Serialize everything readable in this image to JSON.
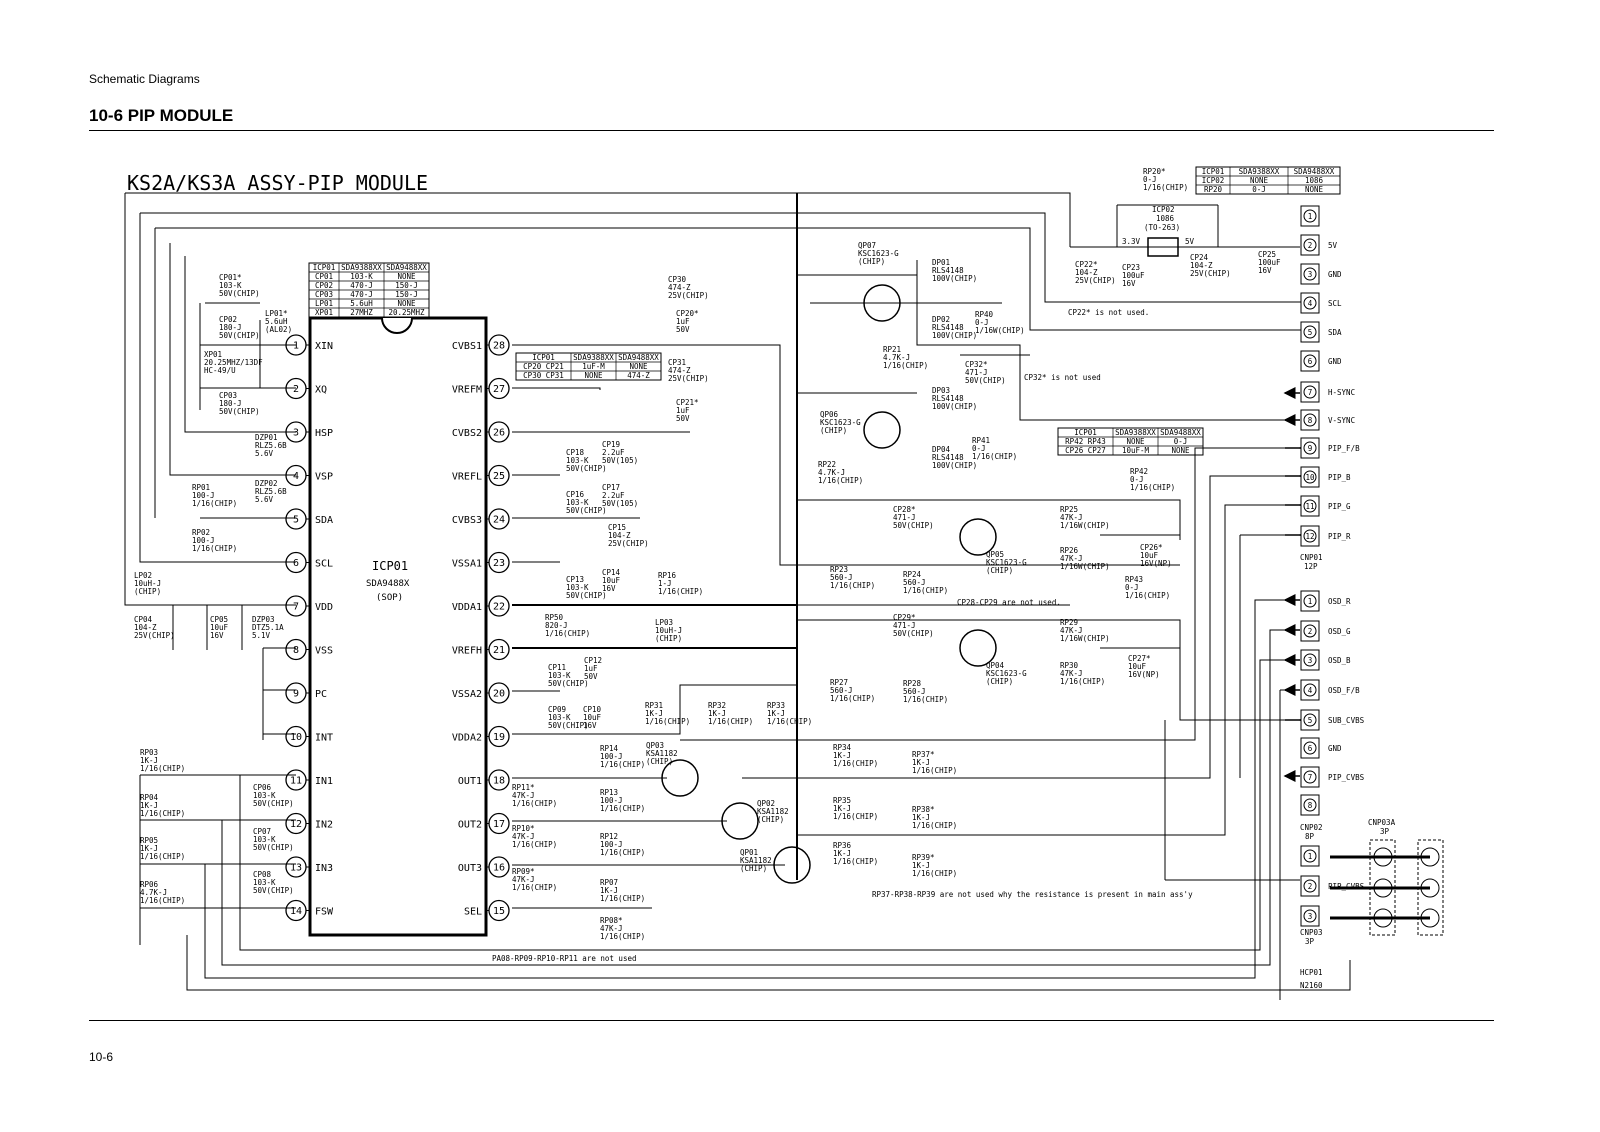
{
  "page": {
    "header": "Schematic Diagrams",
    "section_title": "10-6 PIP MODULE",
    "page_number": "10-6"
  },
  "diagram": {
    "title": "KS2A/KS3A ASSY-PIP MODULE",
    "ic": {
      "ref": "ICP01",
      "part": "SDA9488X",
      "package": "(SOP)",
      "left_pins": [
        {
          "num": "1",
          "name": "XIN"
        },
        {
          "num": "2",
          "name": "XQ"
        },
        {
          "num": "3",
          "name": "HSP"
        },
        {
          "num": "4",
          "name": "VSP"
        },
        {
          "num": "5",
          "name": "SDA"
        },
        {
          "num": "6",
          "name": "SCL"
        },
        {
          "num": "7",
          "name": "VDD"
        },
        {
          "num": "8",
          "name": "VSS"
        },
        {
          "num": "9",
          "name": "PC"
        },
        {
          "num": "10",
          "name": "INT"
        },
        {
          "num": "11",
          "name": "IN1"
        },
        {
          "num": "12",
          "name": "IN2"
        },
        {
          "num": "13",
          "name": "IN3"
        },
        {
          "num": "14",
          "name": "FSW"
        }
      ],
      "right_pins": [
        {
          "num": "28",
          "name": "CVBS1"
        },
        {
          "num": "27",
          "name": "VREFM"
        },
        {
          "num": "26",
          "name": "CVBS2"
        },
        {
          "num": "25",
          "name": "VREFL"
        },
        {
          "num": "24",
          "name": "CVBS3"
        },
        {
          "num": "23",
          "name": "VSSA1"
        },
        {
          "num": "22",
          "name": "VDDA1"
        },
        {
          "num": "21",
          "name": "VREFH"
        },
        {
          "num": "20",
          "name": "VSSA2"
        },
        {
          "num": "19",
          "name": "VDDA2"
        },
        {
          "num": "18",
          "name": "OUT1"
        },
        {
          "num": "17",
          "name": "OUT2"
        },
        {
          "num": "16",
          "name": "OUT3"
        },
        {
          "num": "15",
          "name": "SEL"
        }
      ]
    },
    "connector_cnp01": {
      "ref": "CNP01",
      "size": "12P",
      "pins": [
        {
          "num": "1",
          "name": ""
        },
        {
          "num": "2",
          "name": "5V"
        },
        {
          "num": "3",
          "name": "GND"
        },
        {
          "num": "4",
          "name": "SCL"
        },
        {
          "num": "5",
          "name": "SDA"
        },
        {
          "num": "6",
          "name": "GND"
        },
        {
          "num": "7",
          "name": "H-SYNC"
        },
        {
          "num": "8",
          "name": "V-SYNC"
        },
        {
          "num": "9",
          "name": "PIP_F/B"
        },
        {
          "num": "10",
          "name": "PIP_B"
        },
        {
          "num": "11",
          "name": "PIP_G"
        },
        {
          "num": "12",
          "name": "PIP_R"
        }
      ]
    },
    "connector_cnp02": {
      "ref": "CNP02",
      "size": "8P",
      "pins": [
        {
          "num": "1",
          "name": "OSD_R"
        },
        {
          "num": "2",
          "name": "OSD_G"
        },
        {
          "num": "3",
          "name": "OSD_B"
        },
        {
          "num": "4",
          "name": "OSD_F/B"
        },
        {
          "num": "5",
          "name": "SUB_CVBS"
        },
        {
          "num": "6",
          "name": "GND"
        },
        {
          "num": "7",
          "name": "PIP_CVBS"
        },
        {
          "num": "8",
          "name": ""
        }
      ]
    },
    "connector_cnp03": {
      "ref": "CNP03",
      "size": "3P",
      "top_ref": "CNP03A",
      "top_size": "3P",
      "pins": [
        {
          "num": "1",
          "name": ""
        },
        {
          "num": "2",
          "name": "PIP_CVBS"
        },
        {
          "num": "3",
          "name": ""
        }
      ]
    },
    "hcp01": {
      "ref": "HCP01",
      "part": "N2160"
    },
    "icp02": {
      "ref": "ICP02",
      "part": "1086",
      "pkg": "(TO-263)",
      "in": "3.3V",
      "out": "5V"
    },
    "tables": {
      "t1": [
        [
          "ICP01",
          "SDA9388XX",
          "SDA9488XX"
        ],
        [
          "CP01",
          "103-K",
          "NONE"
        ],
        [
          "CP02",
          "470-J",
          "150-J"
        ],
        [
          "CP03",
          "470-J",
          "150-J"
        ],
        [
          "LP01",
          "5.6uH",
          "NONE"
        ],
        [
          "XP01",
          "27MHZ",
          "20.25MHZ"
        ]
      ],
      "t2": [
        [
          "ICP01",
          "SDA9388XX",
          "SDA9488XX"
        ],
        [
          "CP20 CP21",
          "1uF-M",
          "NONE"
        ],
        [
          "CP30 CP31",
          "NONE",
          "474-Z"
        ]
      ],
      "t3": [
        [
          "ICP01",
          "SDA9388XX",
          "SDA9488XX"
        ],
        [
          "ICP02",
          "NONE",
          "1086"
        ],
        [
          "RP20",
          "0-J",
          "NONE"
        ]
      ],
      "t4": [
        [
          "ICP01",
          "SDA9388XX",
          "SDA9488XX"
        ],
        [
          "RP42 RP43",
          "NONE",
          "0-J"
        ],
        [
          "CP26 CP27",
          "10uF-M",
          "NONE"
        ]
      ]
    },
    "notes": {
      "cp22": "CP22* is not used.",
      "cp32": "CP32* is not used",
      "cp28": "CP28-CP29 are not used.",
      "rp37": "RP37-RP38-RP39 are not used why the resistance is present in main ass'y",
      "rp08": "PA08-RP09-RP10-RP11 are not used"
    },
    "labels": [
      {
        "id": "cp01",
        "lines": [
          "CP01*",
          "103-K",
          "50V(CHIP)"
        ]
      },
      {
        "id": "cp02",
        "lines": [
          "CP02",
          "180-J",
          "50V(CHIP)"
        ]
      },
      {
        "id": "lp01",
        "lines": [
          "LP01*",
          "5.6uH",
          "(AL02)"
        ]
      },
      {
        "id": "xp01",
        "lines": [
          "XP01",
          "20.25MHZ/13DF",
          "HC-49/U"
        ]
      },
      {
        "id": "cp03",
        "lines": [
          "CP03",
          "180-J",
          "50V(CHIP)"
        ]
      },
      {
        "id": "dzp01",
        "lines": [
          "DZP01",
          "RLZ5.6B",
          "5.6V"
        ]
      },
      {
        "id": "dzp02",
        "lines": [
          "DZP02",
          "RLZ5.6B",
          "5.6V"
        ]
      },
      {
        "id": "rp01",
        "lines": [
          "RP01",
          "100-J",
          "1/16(CHIP)"
        ]
      },
      {
        "id": "rp02",
        "lines": [
          "RP02",
          "100-J",
          "1/16(CHIP)"
        ]
      },
      {
        "id": "lp02",
        "lines": [
          "LP02",
          "10uH-J",
          "(CHIP)"
        ]
      },
      {
        "id": "cp04",
        "lines": [
          "CP04",
          "104-Z",
          "25V(CHIP)"
        ]
      },
      {
        "id": "cp05",
        "lines": [
          "CP05",
          "10uF",
          "16V"
        ]
      },
      {
        "id": "dzp03",
        "lines": [
          "DZP03",
          "DTZ5.1A",
          "5.1V"
        ]
      },
      {
        "id": "rp03",
        "lines": [
          "RP03",
          "1K-J",
          "1/16(CHIP)"
        ]
      },
      {
        "id": "rp04",
        "lines": [
          "RP04",
          "1K-J",
          "1/16(CHIP)"
        ]
      },
      {
        "id": "rp05",
        "lines": [
          "RP05",
          "1K-J",
          "1/16(CHIP)"
        ]
      },
      {
        "id": "rp06",
        "lines": [
          "RP06",
          "4.7K-J",
          "1/16(CHIP)"
        ]
      },
      {
        "id": "cp06",
        "lines": [
          "CP06",
          "103-K",
          "50V(CHIP)"
        ]
      },
      {
        "id": "cp07",
        "lines": [
          "CP07",
          "103-K",
          "50V(CHIP)"
        ]
      },
      {
        "id": "cp08",
        "lines": [
          "CP08",
          "103-K",
          "50V(CHIP)"
        ]
      },
      {
        "id": "cp30",
        "lines": [
          "CP30",
          "474-Z",
          "25V(CHIP)"
        ]
      },
      {
        "id": "cp20",
        "lines": [
          "CP20*",
          "1uF",
          "50V"
        ]
      },
      {
        "id": "cp31",
        "lines": [
          "CP31",
          "474-Z",
          "25V(CHIP)"
        ]
      },
      {
        "id": "cp21",
        "lines": [
          "CP21*",
          "1uF",
          "50V"
        ]
      },
      {
        "id": "cp18",
        "lines": [
          "CP18",
          "103-K",
          "50V(CHIP)"
        ]
      },
      {
        "id": "cp19",
        "lines": [
          "CP19",
          "2.2uF",
          "50V(105)"
        ]
      },
      {
        "id": "cp16",
        "lines": [
          "CP16",
          "103-K",
          "50V(CHIP)"
        ]
      },
      {
        "id": "cp17",
        "lines": [
          "CP17",
          "2.2uF",
          "50V(105)"
        ]
      },
      {
        "id": "cp15",
        "lines": [
          "CP15",
          "104-Z",
          "25V(CHIP)"
        ]
      },
      {
        "id": "cp13",
        "lines": [
          "CP13",
          "103-K",
          "50V(CHIP)"
        ]
      },
      {
        "id": "cp14",
        "lines": [
          "CP14",
          "10uF",
          "16V"
        ]
      },
      {
        "id": "rp16",
        "lines": [
          "RP16",
          "1-J",
          "1/16(CHIP)"
        ]
      },
      {
        "id": "rp50",
        "lines": [
          "RP50",
          "820-J",
          "1/16(CHIP)"
        ]
      },
      {
        "id": "lp03",
        "lines": [
          "LP03",
          "10uH-J",
          "(CHIP)"
        ]
      },
      {
        "id": "cp11",
        "lines": [
          "CP11",
          "103-K",
          "50V(CHIP)"
        ]
      },
      {
        "id": "cp12",
        "lines": [
          "CP12",
          "1uF",
          "50V"
        ]
      },
      {
        "id": "cp09",
        "lines": [
          "CP09",
          "103-K",
          "50V(CHIP)"
        ]
      },
      {
        "id": "cp10",
        "lines": [
          "CP10",
          "10uF",
          "16V"
        ]
      },
      {
        "id": "rp31",
        "lines": [
          "RP31",
          "1K-J",
          "1/16(CHIP)"
        ]
      },
      {
        "id": "rp32",
        "lines": [
          "RP32",
          "1K-J",
          "1/16(CHIP)"
        ]
      },
      {
        "id": "rp33",
        "lines": [
          "RP33",
          "1K-J",
          "1/16(CHIP)"
        ]
      },
      {
        "id": "rp14",
        "lines": [
          "RP14",
          "100-J",
          "1/16(CHIP)"
        ]
      },
      {
        "id": "qp03",
        "lines": [
          "QP03",
          "KSA1182",
          "(CHIP)"
        ]
      },
      {
        "id": "rp11",
        "lines": [
          "RP11*",
          "47K-J",
          "1/16(CHIP)"
        ]
      },
      {
        "id": "rp13",
        "lines": [
          "RP13",
          "100-J",
          "1/16(CHIP)"
        ]
      },
      {
        "id": "qp02",
        "lines": [
          "QP02",
          "KSA1182",
          "(CHIP)"
        ]
      },
      {
        "id": "rp10",
        "lines": [
          "RP10*",
          "47K-J",
          "1/16(CHIP)"
        ]
      },
      {
        "id": "rp12",
        "lines": [
          "RP12",
          "100-J",
          "1/16(CHIP)"
        ]
      },
      {
        "id": "rp09",
        "lines": [
          "RP09*",
          "47K-J",
          "1/16(CHIP)"
        ]
      },
      {
        "id": "qp01",
        "lines": [
          "QP01",
          "KSA1182",
          "(CHIP)"
        ]
      },
      {
        "id": "rp07",
        "lines": [
          "RP07",
          "1K-J",
          "1/16(CHIP)"
        ]
      },
      {
        "id": "rp08",
        "lines": [
          "RP08*",
          "47K-J",
          "1/16(CHIP)"
        ]
      },
      {
        "id": "qp07",
        "lines": [
          "QP07",
          "KSC1623-G",
          "(CHIP)"
        ]
      },
      {
        "id": "dp01",
        "lines": [
          "DP01",
          "RLS4148",
          "100V(CHIP)"
        ]
      },
      {
        "id": "dp02",
        "lines": [
          "DP02",
          "RLS4148",
          "100V(CHIP)"
        ]
      },
      {
        "id": "rp21",
        "lines": [
          "RP21",
          "4.7K-J",
          "1/16(CHIP)"
        ]
      },
      {
        "id": "rp40",
        "lines": [
          "RP40",
          "0-J",
          "1/16W(CHIP)"
        ]
      },
      {
        "id": "cp32",
        "lines": [
          "CP32*",
          "471-J",
          "50V(CHIP)"
        ]
      },
      {
        "id": "qp06",
        "lines": [
          "QP06",
          "KSC1623-G",
          "(CHIP)"
        ]
      },
      {
        "id": "dp03",
        "lines": [
          "DP03",
          "RLS4148",
          "100V(CHIP)"
        ]
      },
      {
        "id": "dp04",
        "lines": [
          "DP04",
          "RLS4148",
          "100V(CHIP)"
        ]
      },
      {
        "id": "rp22",
        "lines": [
          "RP22",
          "4.7K-J",
          "1/16(CHIP)"
        ]
      },
      {
        "id": "rp41",
        "lines": [
          "RP41",
          "0-J",
          "1/16(CHIP)"
        ]
      },
      {
        "id": "cp28",
        "lines": [
          "CP28*",
          "471-J",
          "50V(CHIP)"
        ]
      },
      {
        "id": "qp05",
        "lines": [
          "QP05",
          "KSC1623-G",
          "(CHIP)"
        ]
      },
      {
        "id": "rp25",
        "lines": [
          "RP25",
          "47K-J",
          "1/16W(CHIP)"
        ]
      },
      {
        "id": "rp26",
        "lines": [
          "RP26",
          "47K-J",
          "1/16W(CHIP)"
        ]
      },
      {
        "id": "rp23",
        "lines": [
          "RP23",
          "560-J",
          "1/16(CHIP)"
        ]
      },
      {
        "id": "rp24",
        "lines": [
          "RP24",
          "560-J",
          "1/16(CHIP)"
        ]
      },
      {
        "id": "rp42",
        "lines": [
          "RP42",
          "0-J",
          "1/16(CHIP)"
        ]
      },
      {
        "id": "cp26",
        "lines": [
          "CP26*",
          "10uF",
          "16V(NP)"
        ]
      },
      {
        "id": "cp29",
        "lines": [
          "CP29*",
          "471-J",
          "50V(CHIP)"
        ]
      },
      {
        "id": "qp04",
        "lines": [
          "QP04",
          "KSC1623-G",
          "(CHIP)"
        ]
      },
      {
        "id": "rp29",
        "lines": [
          "RP29",
          "47K-J",
          "1/16W(CHIP)"
        ]
      },
      {
        "id": "rp30",
        "lines": [
          "RP30",
          "47K-J",
          "1/16(CHIP)"
        ]
      },
      {
        "id": "rp27",
        "lines": [
          "RP27",
          "560-J",
          "1/16(CHIP)"
        ]
      },
      {
        "id": "rp28",
        "lines": [
          "RP28",
          "560-J",
          "1/16(CHIP)"
        ]
      },
      {
        "id": "rp43",
        "lines": [
          "RP43",
          "0-J",
          "1/16(CHIP)"
        ]
      },
      {
        "id": "cp27",
        "lines": [
          "CP27*",
          "10uF",
          "16V(NP)"
        ]
      },
      {
        "id": "rp34",
        "lines": [
          "RP34",
          "1K-J",
          "1/16(CHIP)"
        ]
      },
      {
        "id": "rp37",
        "lines": [
          "RP37*",
          "1K-J",
          "1/16(CHIP)"
        ]
      },
      {
        "id": "rp35",
        "lines": [
          "RP35",
          "1K-J",
          "1/16(CHIP)"
        ]
      },
      {
        "id": "rp38",
        "lines": [
          "RP38*",
          "1K-J",
          "1/16(CHIP)"
        ]
      },
      {
        "id": "rp36",
        "lines": [
          "RP36",
          "1K-J",
          "1/16(CHIP)"
        ]
      },
      {
        "id": "rp39",
        "lines": [
          "RP39*",
          "1K-J",
          "1/16(CHIP)"
        ]
      },
      {
        "id": "rp20",
        "lines": [
          "RP20*",
          "0-J",
          "1/16(CHIP)"
        ]
      },
      {
        "id": "cp22",
        "lines": [
          "CP22*",
          "104-Z",
          "25V(CHIP)"
        ]
      },
      {
        "id": "cp23",
        "lines": [
          "CP23",
          "100uF",
          "16V"
        ]
      },
      {
        "id": "cp24",
        "lines": [
          "CP24",
          "104-Z",
          "25V(CHIP)"
        ]
      },
      {
        "id": "cp25",
        "lines": [
          "CP25",
          "100uF",
          "16V"
        ]
      }
    ]
  }
}
